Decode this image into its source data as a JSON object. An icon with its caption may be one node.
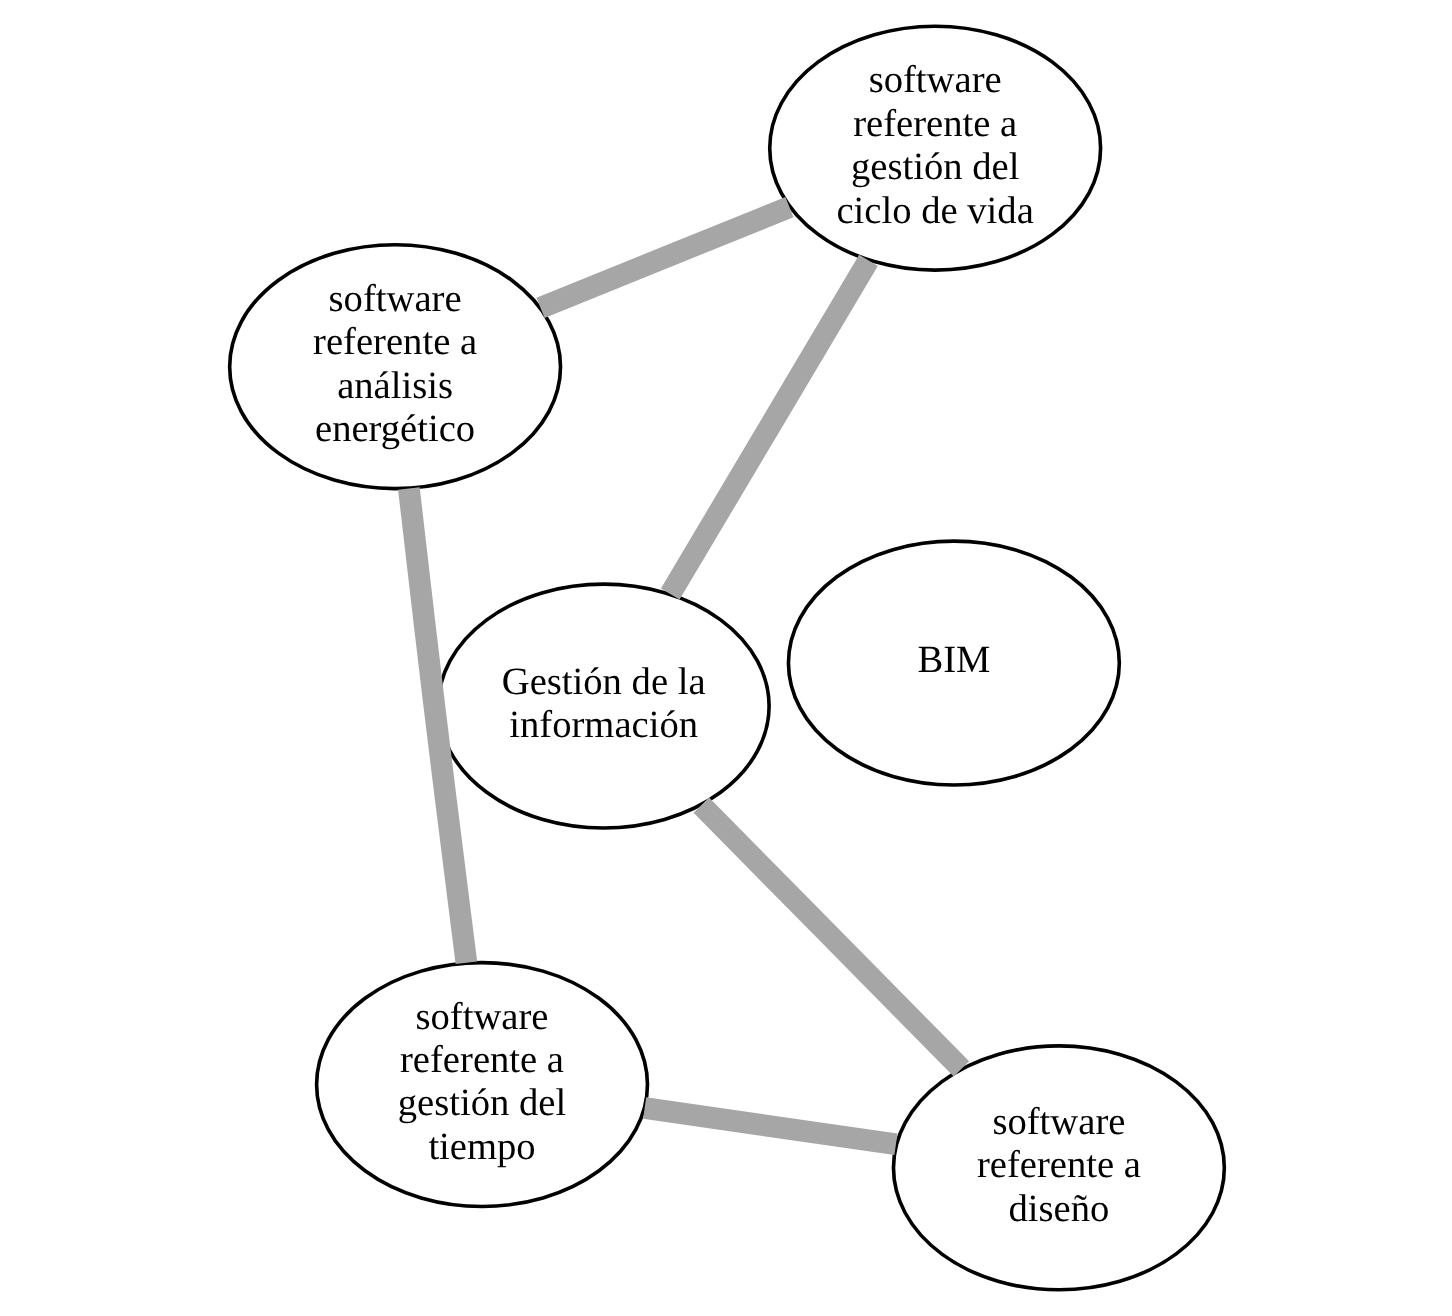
{
  "diagram": {
    "nodes": [
      {
        "text": [
          "Gestión de la información"
        ]
      },
      {
        "text": [
          "software referente a diseño"
        ]
      },
      {
        "text": [
          "software referente a gestión del tiempo"
        ]
      },
      {
        "text": [
          "software referente a análisis energético"
        ]
      },
      {
        "text": [
          "software referente a gestión del ciclo de vida"
        ]
      },
      {
        "text": [
          "BIM"
        ]
      }
    ],
    "edges": [
      {
        "from": 0,
        "to": 1,
        "arrow": "none"
      },
      {
        "from": 1,
        "to": 2,
        "arrow": "none"
      },
      {
        "from": 2,
        "to": 3,
        "arrow": "none"
      },
      {
        "from": 3,
        "to": 4,
        "arrow": "none"
      },
      {
        "from": 4,
        "to": 0,
        "arrow": "none"
      }
    ]
  }
}
